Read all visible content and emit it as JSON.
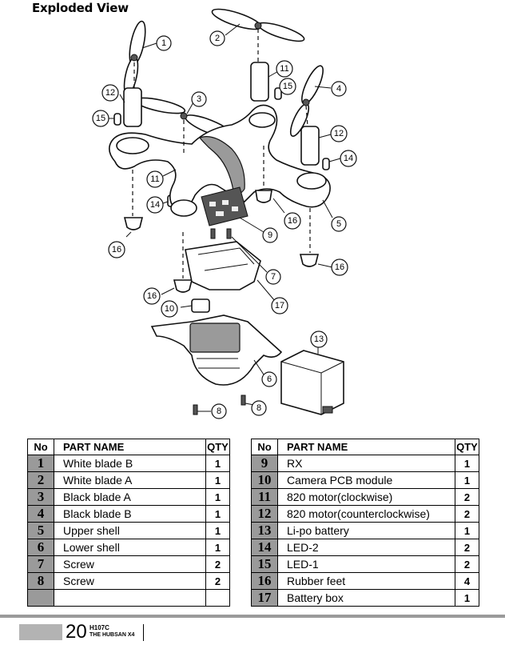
{
  "page": {
    "title": "Exploded View",
    "page_number": "20",
    "model": "H107C",
    "brand": "THE HUBSAN X4"
  },
  "callouts": [
    "1",
    "2",
    "3",
    "4",
    "5",
    "6",
    "7",
    "8",
    "8",
    "9",
    "10",
    "11",
    "11",
    "12",
    "12",
    "13",
    "14",
    "14",
    "15",
    "15",
    "16",
    "16",
    "16",
    "16",
    "17"
  ],
  "table": {
    "headers": {
      "no": "No",
      "name": "PART NAME",
      "qty": "QTY"
    },
    "left": [
      {
        "no": "1",
        "name": "White blade B",
        "qty": "1"
      },
      {
        "no": "2",
        "name": "White blade A",
        "qty": "1"
      },
      {
        "no": "3",
        "name": "Black blade A",
        "qty": "1"
      },
      {
        "no": "4",
        "name": "Black blade B",
        "qty": "1"
      },
      {
        "no": "5",
        "name": "Upper shell",
        "qty": "1"
      },
      {
        "no": "6",
        "name": "Lower shell",
        "qty": "1"
      },
      {
        "no": "7",
        "name": "Screw",
        "qty": "2"
      },
      {
        "no": "8",
        "name": "Screw",
        "qty": "2"
      },
      {
        "no": "",
        "name": "",
        "qty": ""
      }
    ],
    "right": [
      {
        "no": "9",
        "name": "RX",
        "qty": "1"
      },
      {
        "no": "10",
        "name": "Camera PCB module",
        "qty": "1"
      },
      {
        "no": "11",
        "name": "820 motor(clockwise)",
        "qty": "2"
      },
      {
        "no": "12",
        "name": "820 motor(counterclockwise)",
        "qty": "2"
      },
      {
        "no": "13",
        "name": "Li-po battery",
        "qty": "1"
      },
      {
        "no": "14",
        "name": "LED-2",
        "qty": "2"
      },
      {
        "no": "15",
        "name": "LED-1",
        "qty": "2"
      },
      {
        "no": "16",
        "name": "Rubber feet",
        "qty": "4"
      },
      {
        "no": "17",
        "name": "Battery box",
        "qty": "1"
      }
    ]
  }
}
